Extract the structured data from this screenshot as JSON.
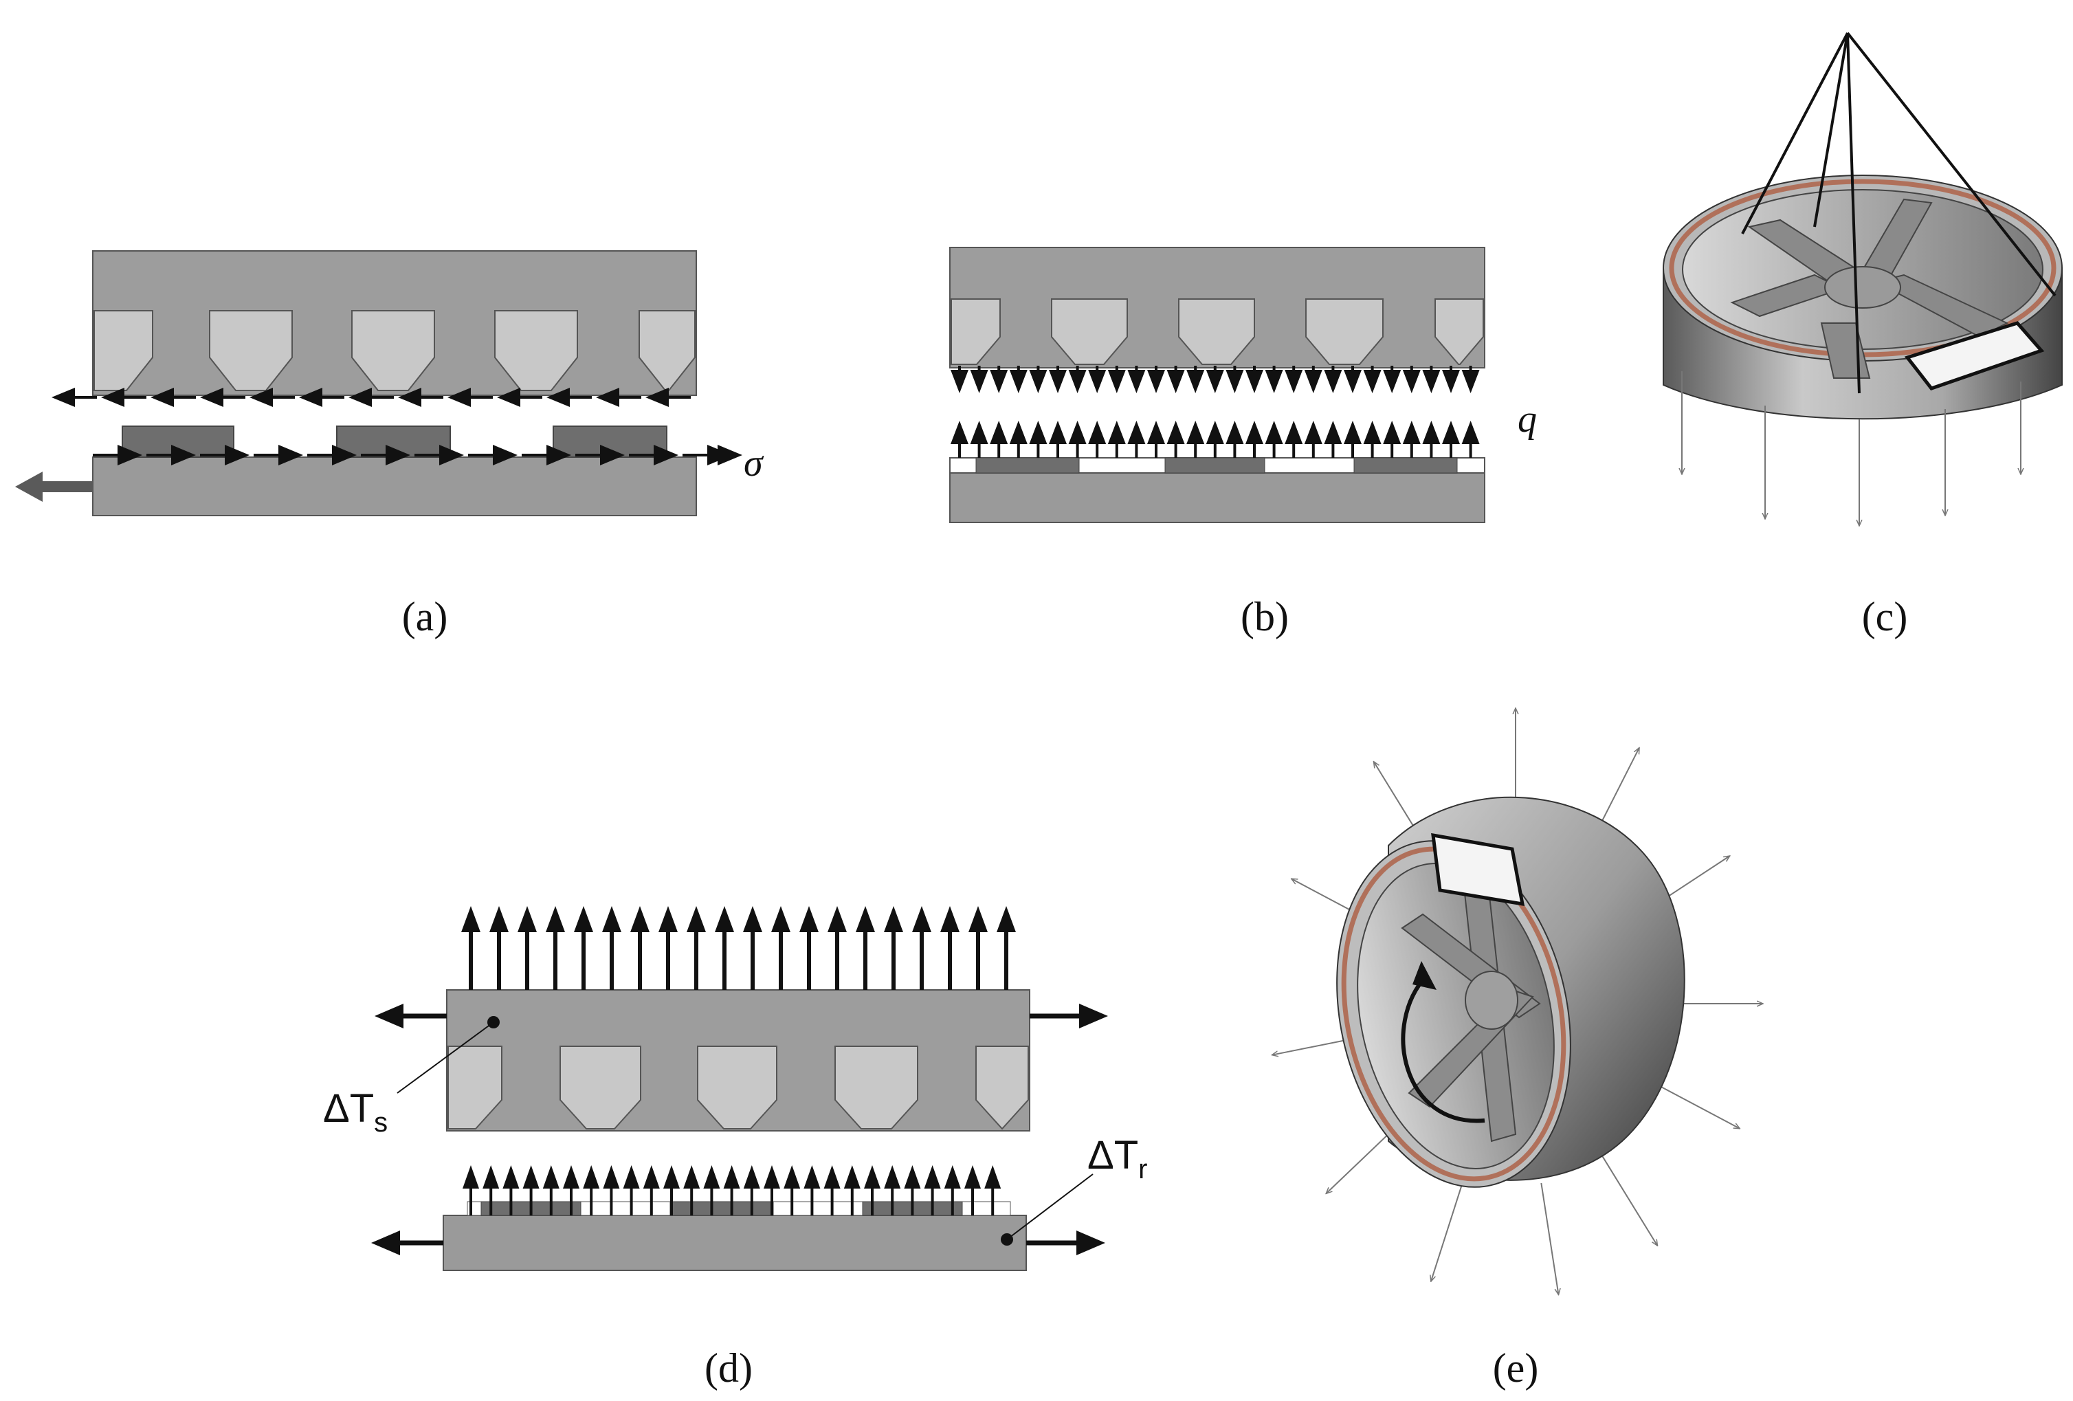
{
  "panels": {
    "a": {
      "caption": "(a)",
      "load_symbol": "σ"
    },
    "b": {
      "caption": "(b)",
      "load_symbol": "q"
    },
    "c": {
      "caption": "(c)"
    },
    "d": {
      "caption": "(d)",
      "stator_temp": {
        "base": "ΔT",
        "sub": "s"
      },
      "rotor_temp": {
        "base": "ΔT",
        "sub": "r"
      }
    },
    "e": {
      "caption": "(e)"
    }
  },
  "colors": {
    "stator": "#9d9d9d",
    "slot": "#c8c8c8",
    "rotor": "#9a9a9a",
    "magnet": "#6e6e6e",
    "copper": "#b0705a",
    "arrow": "#111111",
    "thin_arrow": "#777777"
  }
}
